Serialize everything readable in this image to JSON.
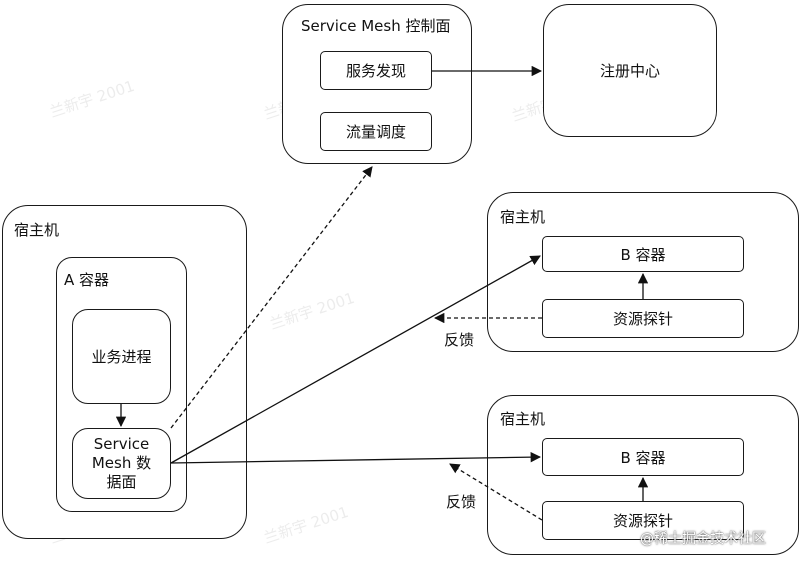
{
  "control_plane": {
    "title": "Service Mesh 控制面",
    "service_discovery": "服务发现",
    "traffic_scheduling": "流量调度"
  },
  "registry": {
    "label": "注册中心"
  },
  "host_left": {
    "title": "宿主机",
    "container": {
      "title": "A 容器",
      "business_process": "业务进程",
      "data_plane": "Service Mesh 数据面"
    }
  },
  "host_right_top": {
    "title": "宿主机",
    "container_label": "B 容器",
    "probe_label": "资源探针",
    "feedback_label": "反馈"
  },
  "host_right_bottom": {
    "title": "宿主机",
    "container_label": "B 容器",
    "probe_label": "资源探针",
    "feedback_label": "反馈"
  },
  "watermark": "兰新宇 2001",
  "credit": "@稀土掘金技术社区"
}
